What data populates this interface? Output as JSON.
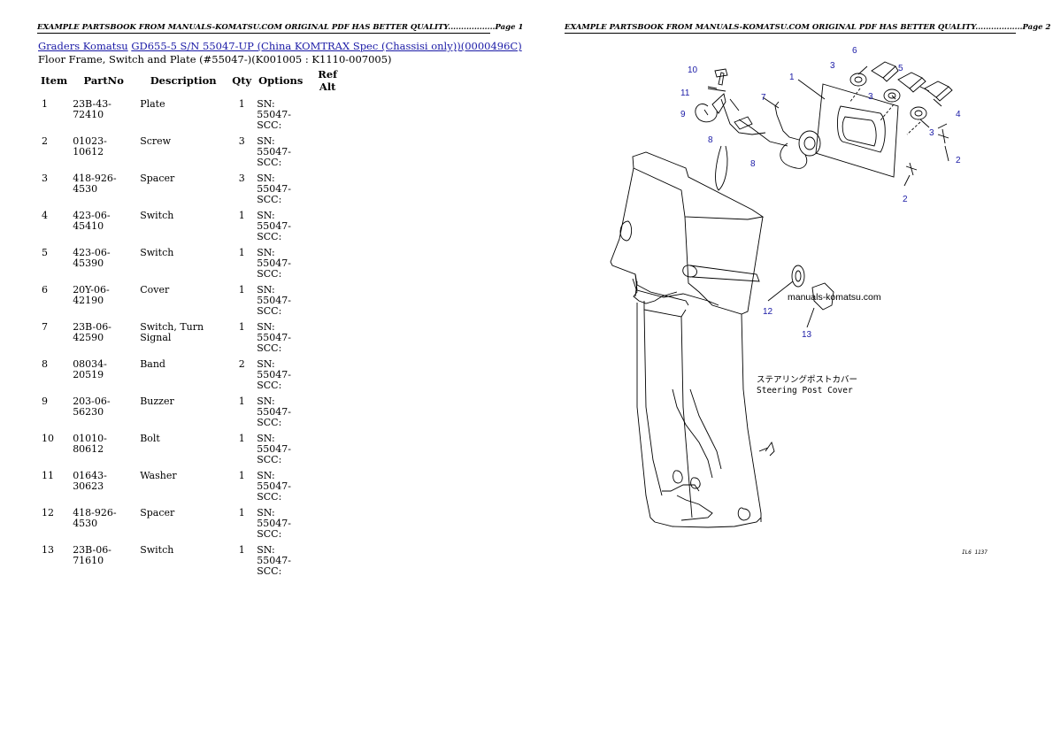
{
  "banner": {
    "left": "EXAMPLE PARTSBOOK FROM MANUALS-KOMATSU.COM ORIGINAL PDF HAS BETTER QUALITY..................Page 1",
    "right": "EXAMPLE PARTSBOOK FROM MANUALS-KOMATSU.COM ORIGINAL PDF HAS BETTER QUALITY..................Page 2"
  },
  "breadcrumb": {
    "link1": "Graders Komatsu",
    "link2": "GD655-5 S/N 55047-UP (China KOMTRAX Spec (Chassisi only))(0000496C)"
  },
  "subtitle": "Floor Frame, Switch and Plate (#55047-)(K001005 : K1110-007005)",
  "table": {
    "headers": [
      "Item",
      "PartNo",
      "Description",
      "Qty",
      "Options",
      "Ref Alt"
    ],
    "rows": [
      {
        "item": "1",
        "partno": "23B-43-72410",
        "desc": "Plate",
        "qty": "1",
        "opt1": "SN: 55047-",
        "opt2": "SCC:"
      },
      {
        "item": "2",
        "partno": "01023-10612",
        "desc": "Screw",
        "qty": "3",
        "opt1": "SN: 55047-",
        "opt2": "SCC:"
      },
      {
        "item": "3",
        "partno": "418-926-4530",
        "desc": "Spacer",
        "qty": "3",
        "opt1": "SN: 55047-",
        "opt2": "SCC:"
      },
      {
        "item": "4",
        "partno": "423-06-45410",
        "desc": "Switch",
        "qty": "1",
        "opt1": "SN: 55047-",
        "opt2": "SCC:"
      },
      {
        "item": "5",
        "partno": "423-06-45390",
        "desc": "Switch",
        "qty": "1",
        "opt1": "SN: 55047-",
        "opt2": "SCC:"
      },
      {
        "item": "6",
        "partno": "20Y-06-42190",
        "desc": "Cover",
        "qty": "1",
        "opt1": "SN: 55047-",
        "opt2": "SCC:"
      },
      {
        "item": "7",
        "partno": "23B-06-42590",
        "desc": "Switch, Turn Signal",
        "qty": "1",
        "opt1": "SN: 55047-",
        "opt2": "SCC:"
      },
      {
        "item": "8",
        "partno": "08034-20519",
        "desc": "Band",
        "qty": "2",
        "opt1": "SN: 55047-",
        "opt2": "SCC:"
      },
      {
        "item": "9",
        "partno": "203-06-56230",
        "desc": "Buzzer",
        "qty": "1",
        "opt1": "SN: 55047-",
        "opt2": "SCC:"
      },
      {
        "item": "10",
        "partno": "01010-80612",
        "desc": "Bolt",
        "qty": "1",
        "opt1": "SN: 55047-",
        "opt2": "SCC:"
      },
      {
        "item": "11",
        "partno": "01643-30623",
        "desc": "Washer",
        "qty": "1",
        "opt1": "SN: 55047-",
        "opt2": "SCC:"
      },
      {
        "item": "12",
        "partno": "418-926-4530",
        "desc": "Spacer",
        "qty": "1",
        "opt1": "SN: 55047-",
        "opt2": "SCC:"
      },
      {
        "item": "13",
        "partno": "23B-06-71610",
        "desc": "Switch",
        "qty": "1",
        "opt1": "SN: 55047-",
        "opt2": "SCC:"
      }
    ]
  },
  "diagram": {
    "callouts": [
      "1",
      "2",
      "2",
      "3",
      "3",
      "3",
      "4",
      "5",
      "6",
      "7",
      "8",
      "8",
      "9",
      "10",
      "11",
      "12",
      "13"
    ],
    "label_jp": "ステアリングポストカバー",
    "label_en": "Steering Post Cover",
    "watermark": "manuals-komatsu.com",
    "figure_no": "IL6 1137"
  }
}
